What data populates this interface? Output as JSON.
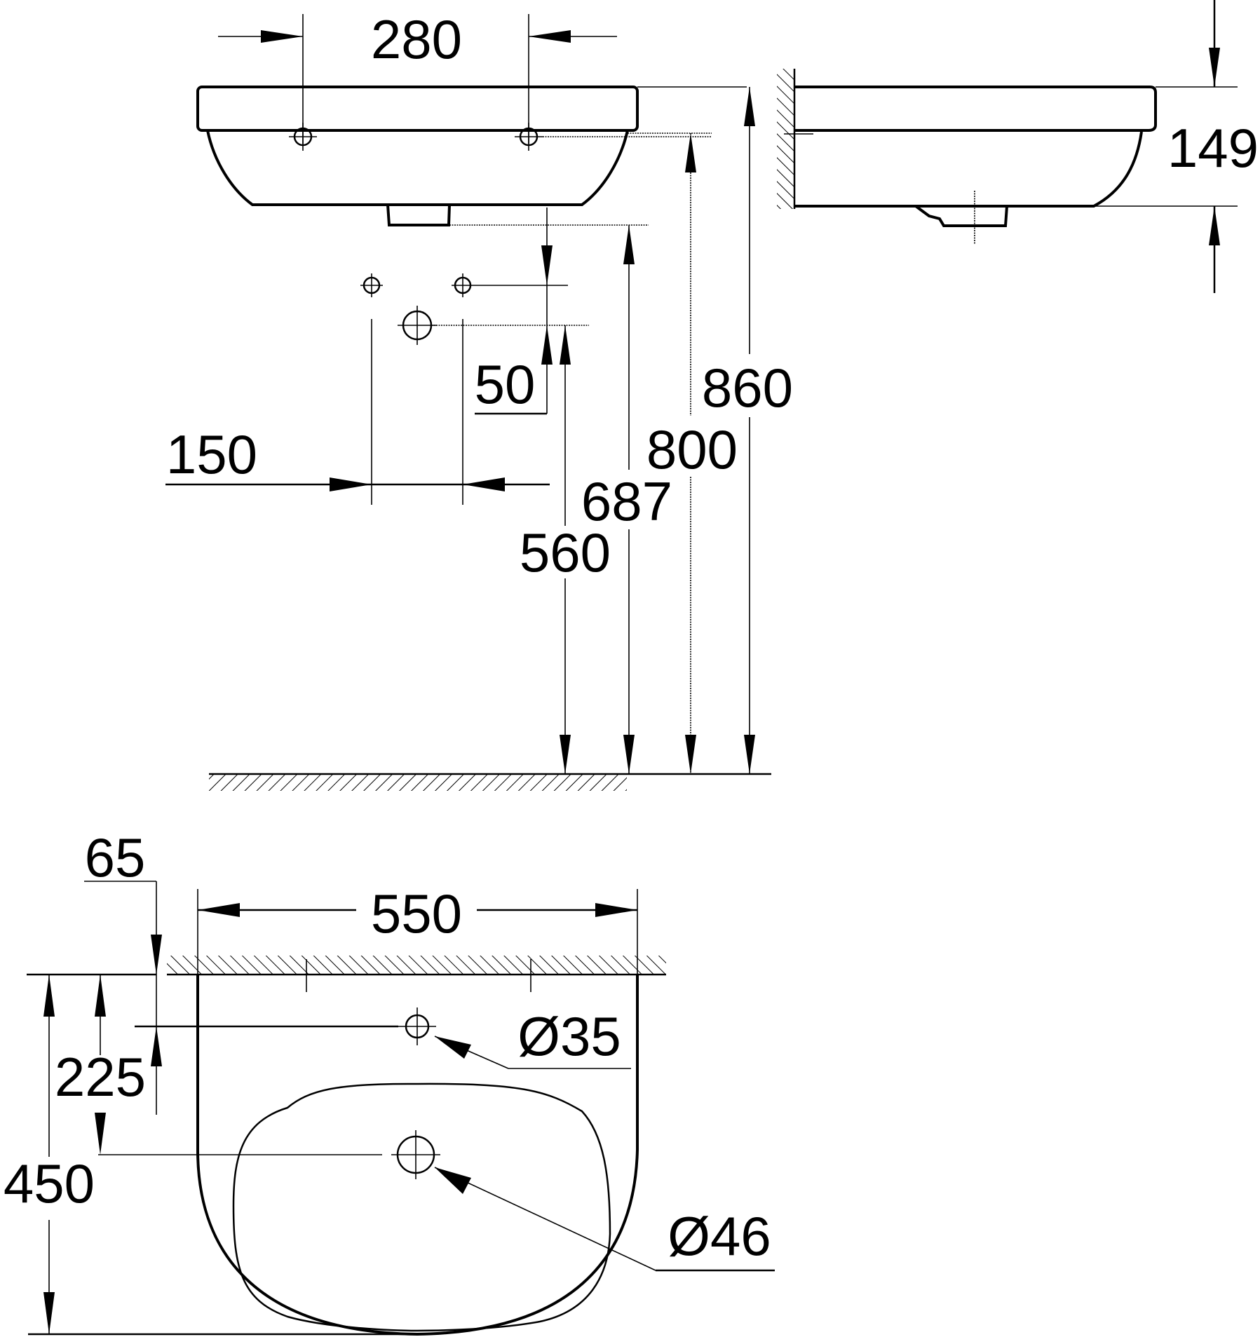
{
  "drawing": {
    "title": "Wash basin dimension drawing",
    "views": {
      "front_view": {
        "dimensions": {
          "tap_hole_spacing": "280",
          "wall_fixing_spacing": "150",
          "supply_offset": "50",
          "height_560": "560",
          "height_687": "687",
          "height_800": "800",
          "height_860": "860"
        }
      },
      "side_view": {
        "dimensions": {
          "basin_height": "149"
        }
      },
      "top_view": {
        "dimensions": {
          "wall_to_tap": "65",
          "wall_to_waste": "225",
          "width": "550",
          "depth": "450",
          "tap_hole_diameter": "Ø35",
          "waste_diameter": "Ø46"
        }
      }
    },
    "line_color": "#000000",
    "background_color": "#ffffff"
  }
}
